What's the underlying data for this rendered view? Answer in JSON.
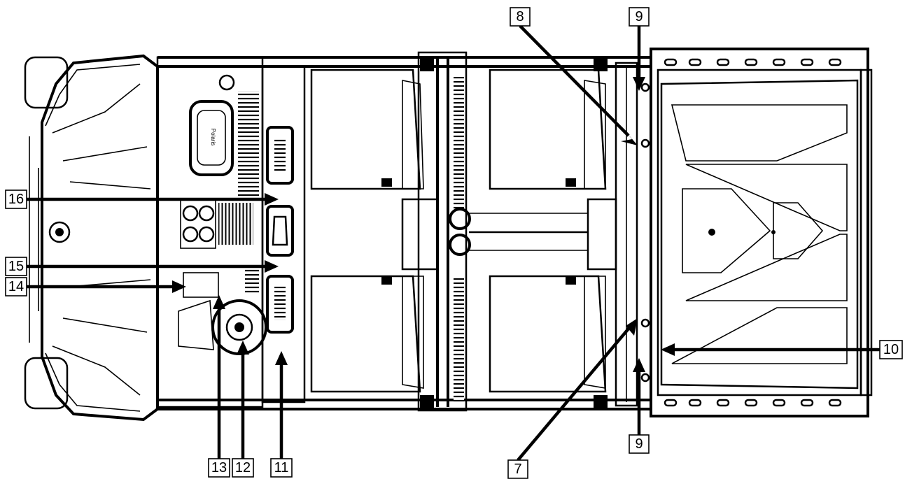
{
  "figure": {
    "subject": "vehicle-top-view",
    "callouts": [
      {
        "id": "c7",
        "label": "7"
      },
      {
        "id": "c8",
        "label": "8"
      },
      {
        "id": "c9a",
        "label": "9"
      },
      {
        "id": "c9b",
        "label": "9"
      },
      {
        "id": "c10",
        "label": "10"
      },
      {
        "id": "c11",
        "label": "11"
      },
      {
        "id": "c12",
        "label": "12"
      },
      {
        "id": "c13",
        "label": "13"
      },
      {
        "id": "c14",
        "label": "14"
      },
      {
        "id": "c15",
        "label": "15"
      },
      {
        "id": "c16",
        "label": "16"
      }
    ]
  },
  "colors": {
    "line": "#000000",
    "background": "#ffffff"
  }
}
